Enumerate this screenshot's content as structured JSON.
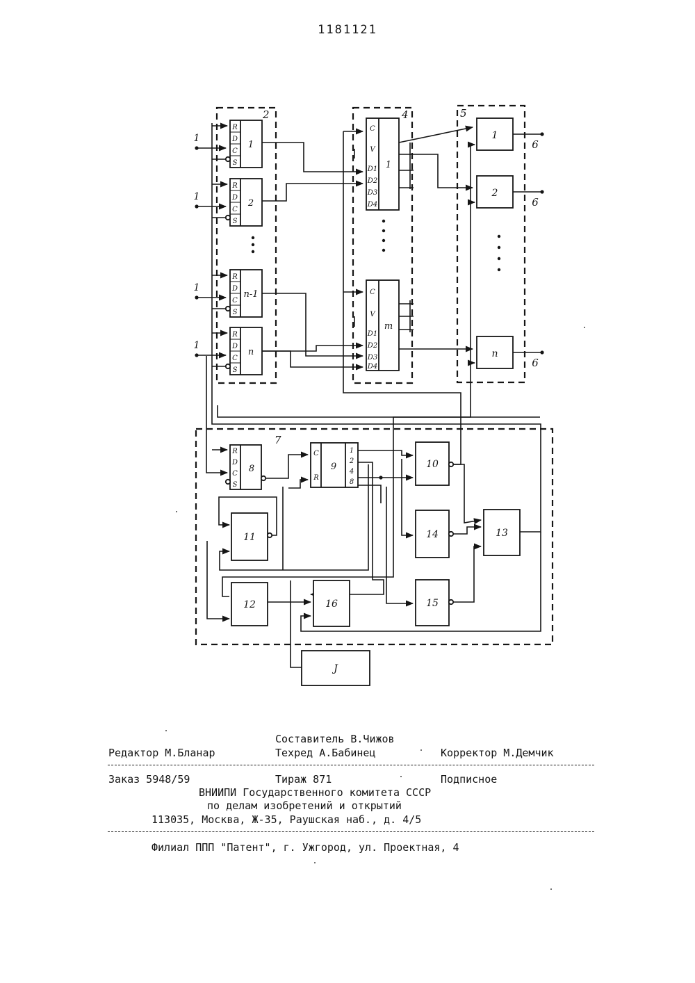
{
  "page_number": "1181121",
  "diagram": {
    "group_labels": [
      "2",
      "4",
      "5",
      "7"
    ],
    "register_blocks": [
      "1",
      "2",
      "n-1",
      "n"
    ],
    "register_pins": [
      "R",
      "D",
      "C",
      "S"
    ],
    "decoder_blocks": [
      "1",
      "m"
    ],
    "decoder_pins_top": [
      "C",
      "V",
      "D1",
      "D2",
      "D3",
      "D4"
    ],
    "decoder_pins_bottom": [
      "C",
      "V",
      "D1",
      "D2",
      "D3",
      "D4"
    ],
    "output_blocks": [
      "1",
      "2",
      "n"
    ],
    "input_labels": [
      "1",
      "1",
      "1",
      "1"
    ],
    "output_labels": [
      "6",
      "6",
      "6"
    ],
    "control_blocks": {
      "b8": "8",
      "b9": "9",
      "b10": "10",
      "b11": "11",
      "b12": "12",
      "b13": "13",
      "b14": "14",
      "b15": "15",
      "b16": "16",
      "b3": "J"
    },
    "trigger8_pins": [
      "R",
      "D",
      "C",
      "S"
    ],
    "counter9_pins": [
      "C",
      "R"
    ],
    "counter9_outputs": [
      "1",
      "2",
      "4",
      "8"
    ]
  },
  "imprint": {
    "compiler": "Составитель В.Чижов",
    "editor": "Редактор М.Бланар",
    "techred": "Техред А.Бабинец",
    "corrector": "Корректор М.Демчик",
    "order": "Заказ 5948/59",
    "circulation": "Тираж 871",
    "subscription": "Подписное",
    "org_line1": "ВНИИПИ Государственного комитета СССР",
    "org_line2": "по делам изобретений и открытий",
    "address": "113035, Москва, Ж-35, Раушская наб., д. 4/5",
    "branch": "Филиал ППП \"Патент\", г. Ужгород, ул. Проектная, 4"
  }
}
